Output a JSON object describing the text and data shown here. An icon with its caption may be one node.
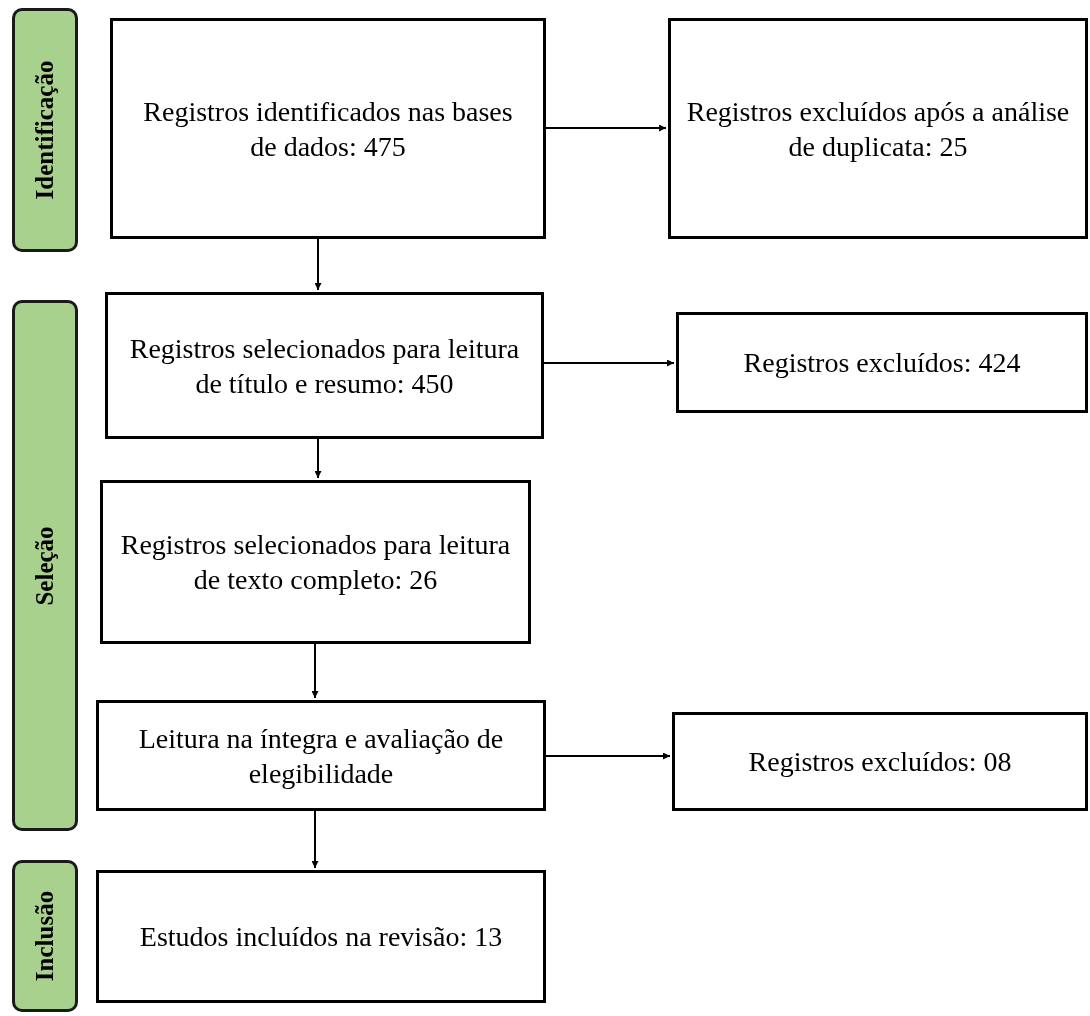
{
  "diagram": {
    "nodes": [
      {
        "text": [
          "Identificação"
        ]
      },
      {
        "text": [
          "Registros identificados nas bases de dados: 475"
        ]
      },
      {
        "text": [
          "Registros excluídos após a análise de duplicata: 25"
        ]
      },
      {
        "text": [
          "Seleção"
        ]
      },
      {
        "text": [
          "Registros selecionados para leitura de título e resumo: 450"
        ]
      },
      {
        "text": [
          "Registros excluídos: 424"
        ]
      },
      {
        "text": [
          "Registros selecionados para leitura de texto completo: 26"
        ]
      },
      {
        "text": [
          "Leitura na íntegra e avaliação de elegibilidade"
        ]
      },
      {
        "text": [
          "Registros excluídos: 08"
        ]
      },
      {
        "text": [
          "Inclusão"
        ]
      },
      {
        "text": [
          "Estudos incluídos na revisão: 13"
        ]
      }
    ],
    "edges": [
      {
        "from": 1,
        "to": 2,
        "arrow": "to"
      },
      {
        "from": 1,
        "to": 4,
        "arrow": "to"
      },
      {
        "from": 4,
        "to": 5,
        "arrow": "to"
      },
      {
        "from": 4,
        "to": 6,
        "arrow": "to"
      },
      {
        "from": 6,
        "to": 7,
        "arrow": "to"
      },
      {
        "from": 7,
        "to": 8,
        "arrow": "to"
      },
      {
        "from": 7,
        "to": 10,
        "arrow": "to"
      }
    ]
  }
}
